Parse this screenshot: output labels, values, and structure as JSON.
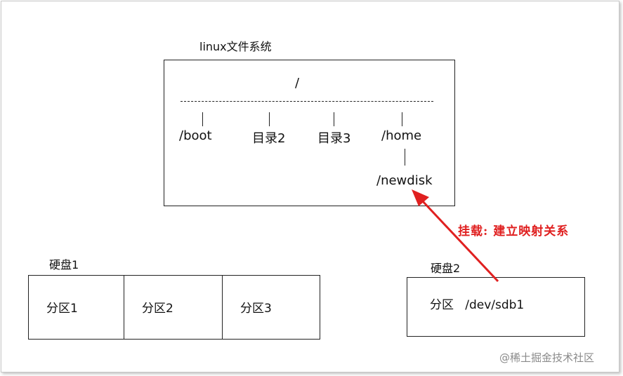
{
  "fs": {
    "title": "linux文件系统",
    "root": "/",
    "dirs": [
      "/boot",
      "目录2",
      "目录3",
      "/home"
    ],
    "subdir": "/newdisk"
  },
  "disk1": {
    "title": "硬盘1",
    "partitions": [
      "分区1",
      "分区2",
      "分区3"
    ]
  },
  "disk2": {
    "title": "硬盘2",
    "partition": "分区   /dev/sdb1"
  },
  "mount": {
    "label": "挂载: 建立映射关系",
    "color": "#e02020"
  },
  "watermark": "@稀土掘金技术社区"
}
